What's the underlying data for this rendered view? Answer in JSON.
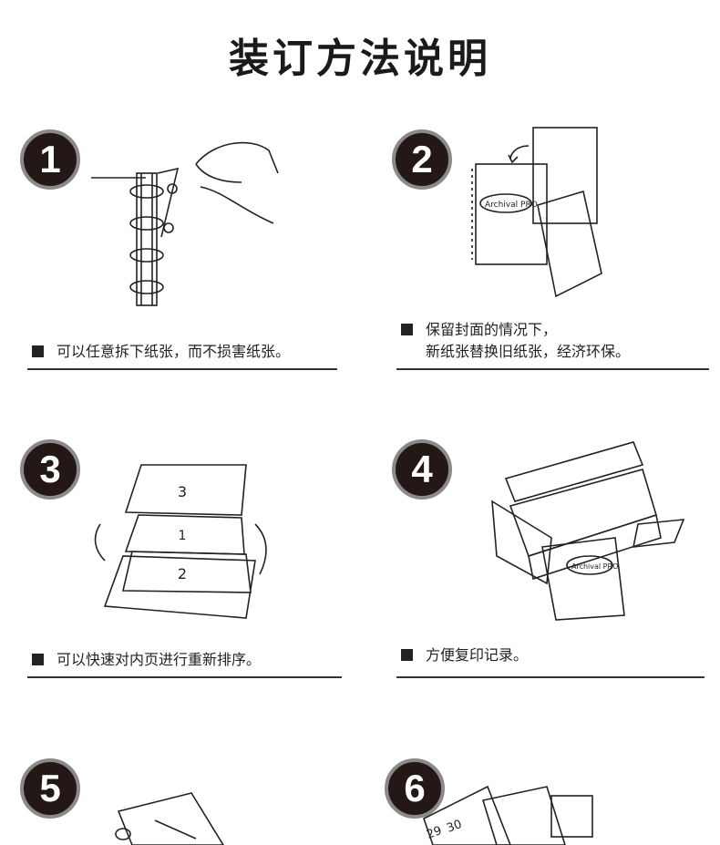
{
  "title": "装订方法说明",
  "steps": [
    {
      "number": "1",
      "caption_lines": [
        "可以任意拆下纸张，而不损害纸张。"
      ]
    },
    {
      "number": "2",
      "caption_lines": [
        "保留封面的情况下，",
        "新纸张替换旧纸张，经济环保。"
      ],
      "logo": "Archival PRO"
    },
    {
      "number": "3",
      "caption_lines": [
        "可以快速对内页进行重新排序。"
      ],
      "page_marks": [
        "3",
        "1",
        "2"
      ]
    },
    {
      "number": "4",
      "caption_lines": [
        "方便复印记录。"
      ],
      "logo": "Archival PRO"
    },
    {
      "number": "5",
      "caption_lines": []
    },
    {
      "number": "6",
      "caption_lines": [],
      "marks": [
        "29",
        "30"
      ]
    }
  ]
}
